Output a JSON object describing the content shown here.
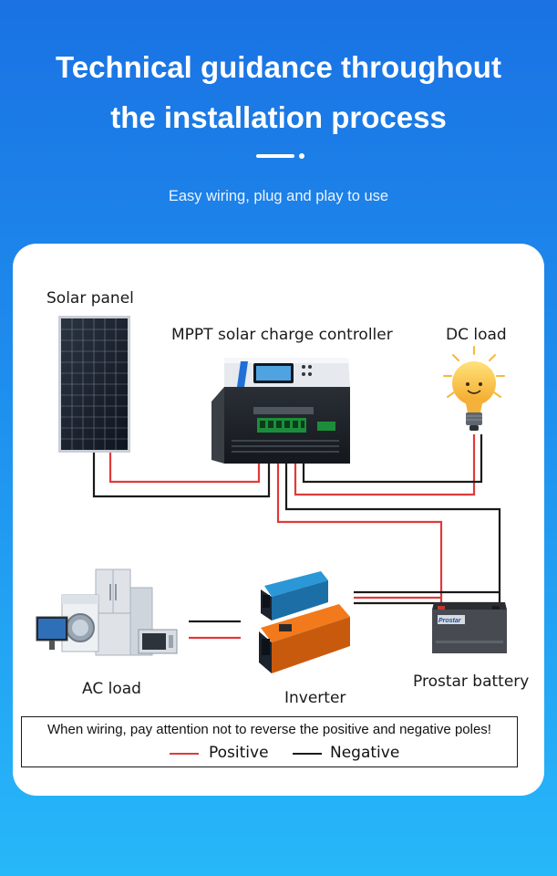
{
  "header": {
    "title_line1": "Technical guidance throughout",
    "title_line2": "the installation process",
    "subtitle": "Easy wiring, plug and play to use"
  },
  "diagram": {
    "solar_panel_label": "Solar panel",
    "controller_label": "MPPT solar charge controller",
    "dc_load_label": "DC load",
    "ac_load_label": "AC load",
    "inverter_label": "Inverter",
    "battery_label": "Prostar battery",
    "battery_brand": "Prostar"
  },
  "note": {
    "warning": "When wiring, pay attention not to reverse the positive and negative poles!",
    "positive_label": "Positive",
    "negative_label": "Negative"
  },
  "colors": {
    "positive": "#e03a3a",
    "negative": "#1a1a1a",
    "background_top": "#1a72e3",
    "background_bottom": "#27b8f9"
  }
}
